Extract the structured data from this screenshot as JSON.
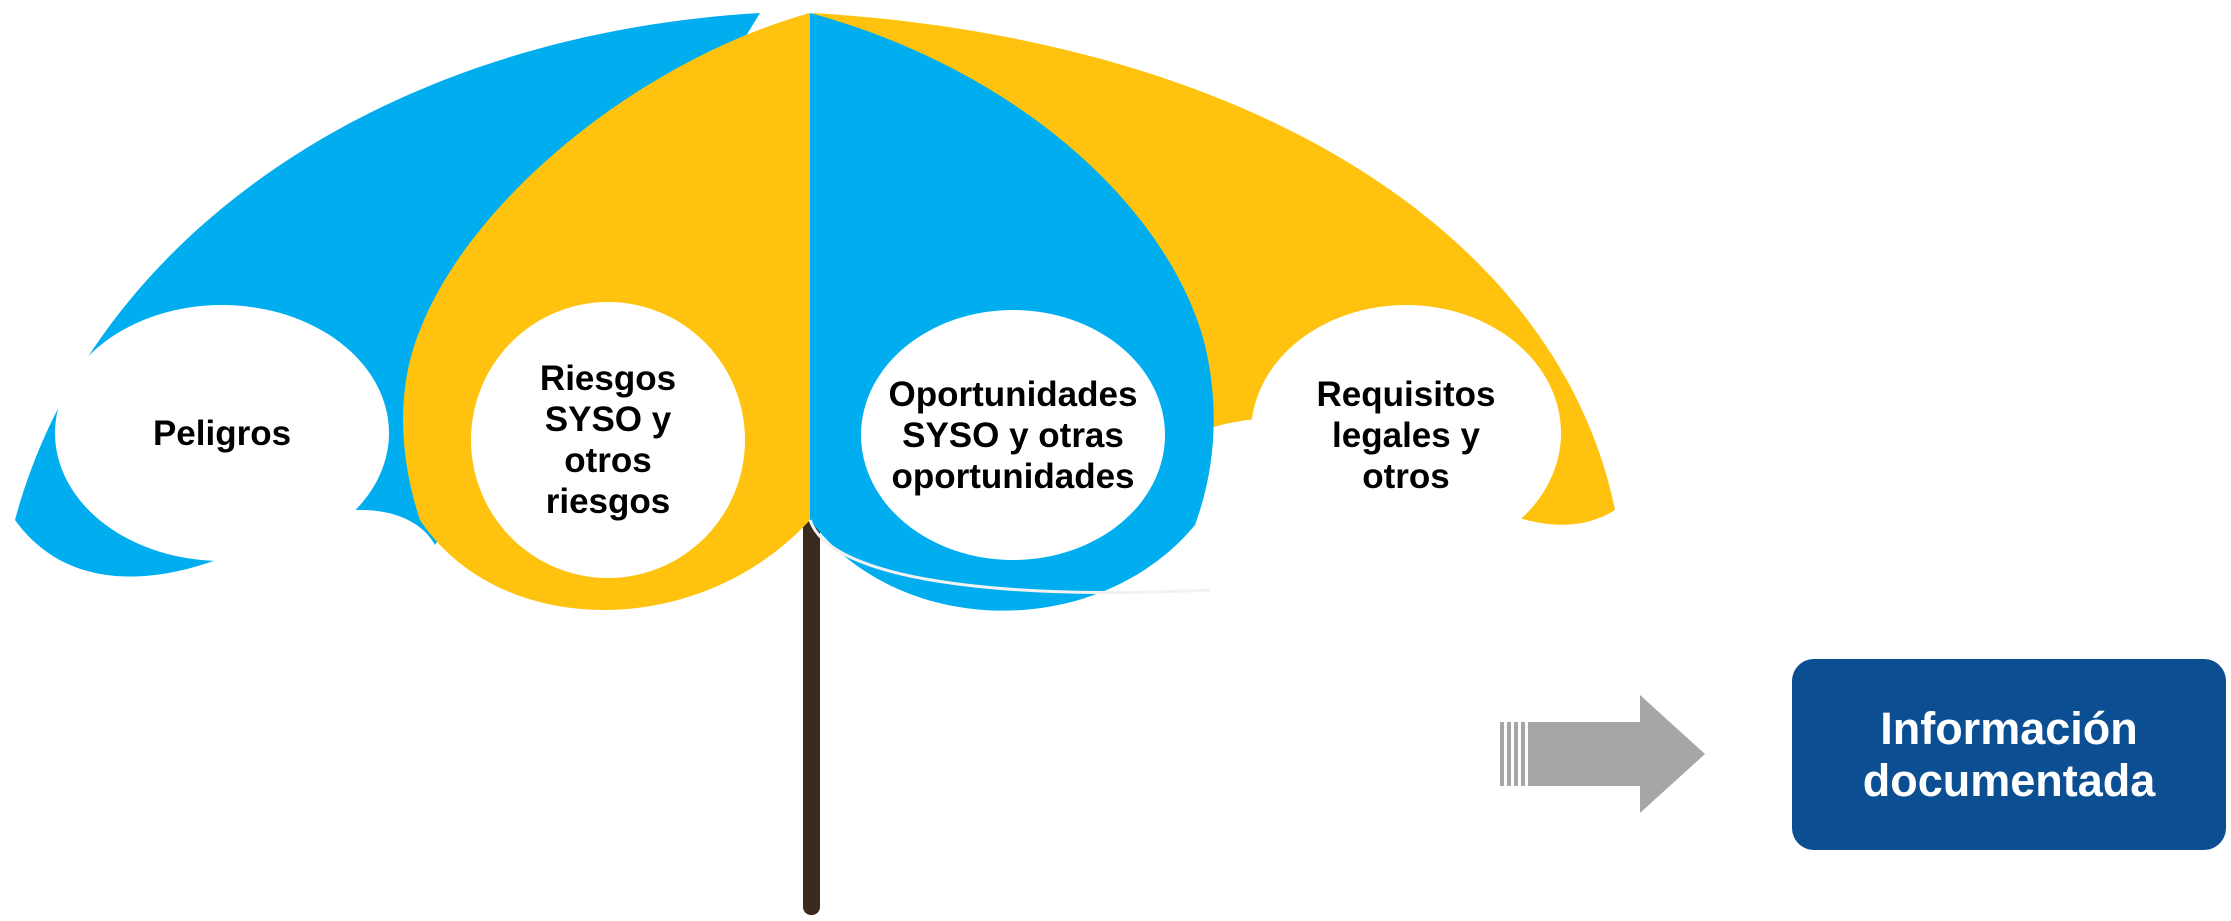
{
  "colors": {
    "blue": "#00AEEF",
    "yellow": "#FFC20E",
    "pole": "#3A2A20",
    "arrow": "#A6A6A6",
    "box": "#0B4E91",
    "circle": "#FFFFFF"
  },
  "umbrella": {
    "panels": [
      {
        "label": "Peligros",
        "color_key": "blue"
      },
      {
        "label": "Riesgos\nSYSO y\notros\nriesgos",
        "color_key": "yellow"
      },
      {
        "label": "Oportunidades\nSYSO y otras\noportunidades",
        "color_key": "blue"
      },
      {
        "label": "Requisitos\nlegales y\notros",
        "color_key": "yellow"
      }
    ]
  },
  "arrow": {
    "icon": "right-arrow-icon"
  },
  "output_box": {
    "label": "Información\ndocumentada"
  }
}
